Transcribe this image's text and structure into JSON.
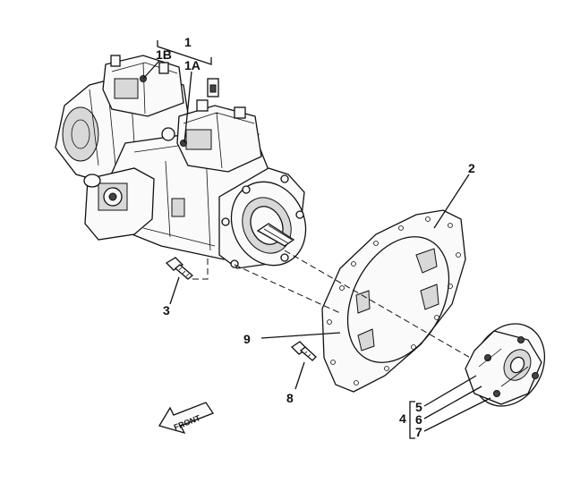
{
  "callouts": {
    "c1": "1",
    "c1A": "1A",
    "c1B": "1B",
    "c2": "2",
    "c3": "3",
    "c4": "4",
    "c5": "5",
    "c6": "6",
    "c7": "7",
    "c8": "8",
    "c9": "9"
  },
  "front_arrow": {
    "label": "FRONT"
  }
}
